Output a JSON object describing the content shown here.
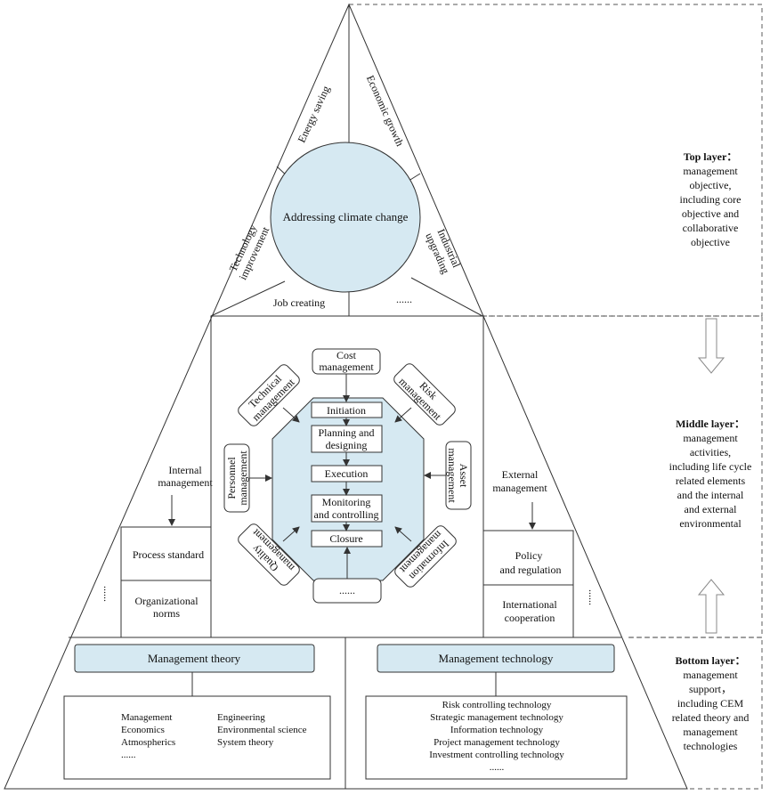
{
  "top": {
    "center": "Addressing climate change",
    "energy_saving": "Energy saving",
    "economic_growth": "Economic growth",
    "technology_improvement": [
      "Technology",
      "improvement"
    ],
    "industrial_upgrading": [
      "Industrial",
      "upgrading"
    ],
    "job_creating": "Job creating",
    "more": "......"
  },
  "middle": {
    "lifecycle": [
      "Initiation",
      [
        "Planning and",
        "designing"
      ],
      "Execution",
      [
        "Monitoring",
        "and controlling"
      ],
      "Closure"
    ],
    "activities": {
      "cost": [
        "Cost",
        "management"
      ],
      "technical": [
        "Technical",
        "management"
      ],
      "risk": [
        "Risk",
        "management"
      ],
      "personnel": [
        "Personnel",
        "management"
      ],
      "asset": [
        "Asset",
        "management"
      ],
      "quality": [
        "Quality",
        "management"
      ],
      "information": [
        "Information",
        "management"
      ],
      "more": "......"
    },
    "internal": {
      "heading": [
        "Internal",
        "management"
      ],
      "process_standard": "Process standard",
      "organizational_norms": [
        "Organizational",
        "norms"
      ],
      "more": "......"
    },
    "external": {
      "heading": [
        "External",
        "management"
      ],
      "policy": [
        "Policy",
        "and regulation"
      ],
      "international": [
        "International",
        "cooperation"
      ],
      "more": "......"
    }
  },
  "bottom": {
    "theory_title": "Management theory",
    "theory_col1": [
      "Management",
      "Economics",
      "Atmospherics",
      "......"
    ],
    "theory_col2": [
      "Engineering",
      "Environmental science",
      "System theory"
    ],
    "technology_title": "Management technology",
    "technology_items": [
      "Risk controlling technology",
      "Strategic management technology",
      "Information technology",
      "Project management technology",
      "Investment controlling technology",
      "......"
    ]
  },
  "side": {
    "top": {
      "title": "Top layer：",
      "lines": [
        "management",
        "objective,",
        "including core",
        "objective and",
        "collaborative",
        "objective"
      ]
    },
    "middle": {
      "title": "Middle layer：",
      "lines": [
        "management",
        "activities,",
        "including life cycle",
        "related  elements",
        "and the internal",
        "and external",
        "environmental"
      ]
    },
    "bottom": {
      "title": "Bottom layer：",
      "lines": [
        "management",
        "support，",
        "including CEM",
        "related theory and",
        "management",
        "technologies"
      ]
    }
  }
}
